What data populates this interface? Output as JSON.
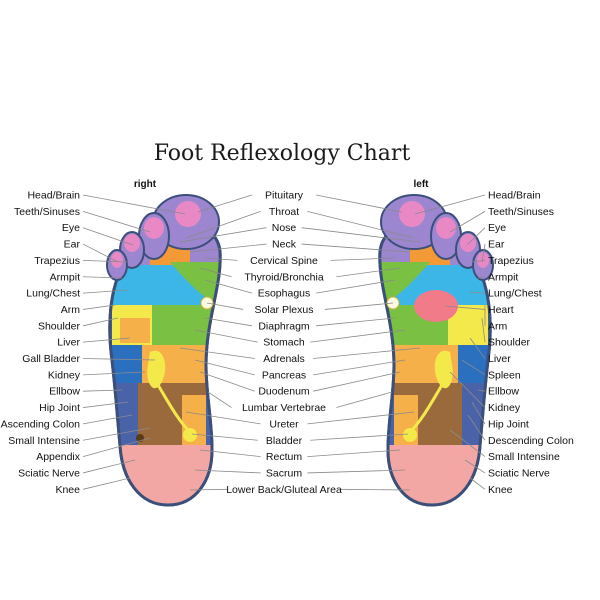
{
  "title": "Foot Reflexology Chart",
  "side_labels": {
    "right": "right",
    "left": "left"
  },
  "labels": {
    "left_column": [
      "Head/Brain",
      "Teeth/Sinuses",
      "Eye",
      "Ear",
      "Trapezius",
      "Armpit",
      "Lung/Chest",
      "Arm",
      "Shoulder",
      "Liver",
      "Gall Bladder",
      "Kidney",
      "Ellbow",
      "Hip Joint",
      "Ascending Colon",
      "Small Intensine",
      "Appendix",
      "Sciatic Nerve",
      "Knee"
    ],
    "center_column": [
      "Pituitary",
      "Throat",
      "Nose",
      "Neck",
      "Cervical Spine",
      "Thyroid/Bronchia",
      "Esophagus",
      "Solar Plexus",
      "Diaphragm",
      "Stomach",
      "Adrenals",
      "Pancreas",
      "Duodenum",
      "Lumbar Vertebrae",
      "Ureter",
      "Bladder",
      "Rectum",
      "Sacrum",
      "Lower Back/Gluteal Area"
    ],
    "right_column": [
      "Head/Brain",
      "Teeth/Sinuses",
      "Eye",
      "Ear",
      "Trapezius",
      "Armpit",
      "Lung/Chest",
      "Heart",
      "Arm",
      "Shoulder",
      "Liver",
      "Spleen",
      "Ellbow",
      "Kidney",
      "Hip Joint",
      "Descending Colon",
      "Small Intensine",
      "Sciatic Nerve",
      "Knee"
    ]
  },
  "colors": {
    "toe_pink": "#e889c6",
    "toe_purple": "#9b86cf",
    "neck_orange": "#f39a36",
    "lung_blue": "#3cb6e6",
    "light_blue": "#9fd8f2",
    "heel_pink": "#f2a7a4",
    "yellow": "#f4e94a",
    "green": "#7ac043",
    "brown": "#9b6a3c",
    "orange_light": "#f6b04a",
    "outline": "#3b4f7a",
    "heart_red": "#f27b8a"
  }
}
